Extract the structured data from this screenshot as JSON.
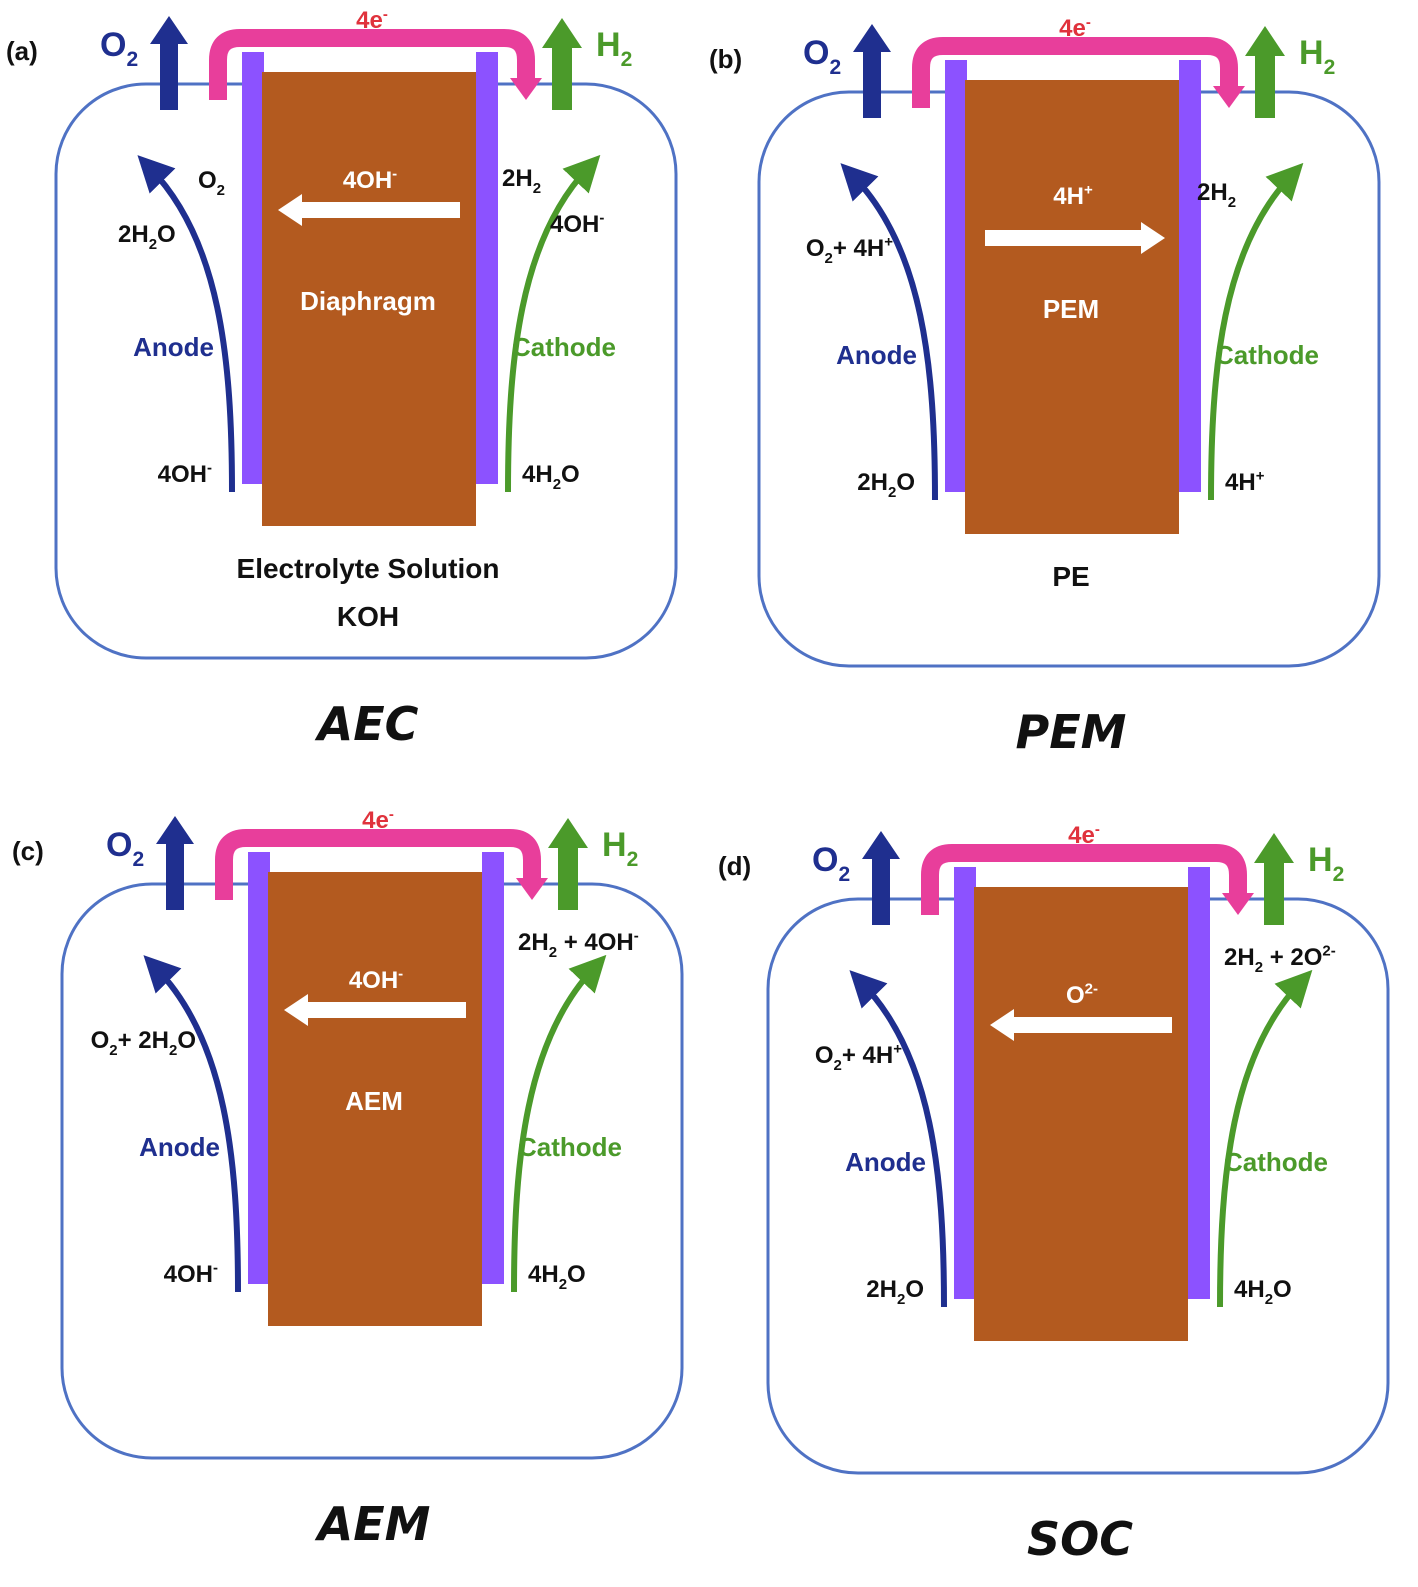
{
  "colors": {
    "cell_border": "#4F72C4",
    "membrane": "#B35A1F",
    "electrode": "#8C52FF",
    "circuit": "#E83E9B",
    "anode_blue": "#1F2F8F",
    "cathode_green": "#4B9A2A",
    "electron_red": "#E0323C",
    "text": "#111111",
    "arrow_white": "#FFFFFF"
  },
  "panels": [
    {
      "letter": "(a)",
      "caption": "AEC",
      "electrons": "4e",
      "electrons_sup": "-",
      "o2": {
        "base": "O",
        "sub": "2"
      },
      "h2": {
        "base": "H",
        "sub": "2"
      },
      "ion": {
        "base": "4OH",
        "sup": "-"
      },
      "ion_direction": "left",
      "membrane_label": "Diaphragm",
      "anode_label": "Anode",
      "cathode_label": "Cathode",
      "anode_top": [
        {
          "base": "O",
          "sub": "2"
        },
        {
          "base": "2H",
          "sub": "2",
          "after": "O"
        }
      ],
      "anode_bottom": {
        "base": "4OH",
        "sup": "-"
      },
      "cathode_top": [
        {
          "base": "2H",
          "sub": "2"
        },
        {
          "base": "4OH",
          "sup": "-"
        }
      ],
      "cathode_bottom": {
        "base": "4H",
        "sub": "2",
        "after": "O"
      },
      "electrolyte_line1": "Electrolyte Solution",
      "electrolyte_line2": "KOH"
    },
    {
      "letter": "(b)",
      "caption": "PEM",
      "electrons": "4e",
      "electrons_sup": "-",
      "o2": {
        "base": "O",
        "sub": "2"
      },
      "h2": {
        "base": "H",
        "sub": "2"
      },
      "ion": {
        "base": "4H",
        "sup": "+"
      },
      "ion_direction": "right",
      "membrane_label": "PEM",
      "anode_label": "Anode",
      "cathode_label": "Cathode",
      "anode_top": [
        {
          "base": "O",
          "sub": "2",
          "after": "+ 4H",
          "sup": "+"
        }
      ],
      "anode_bottom": {
        "base": "2H",
        "sub": "2",
        "after": "O"
      },
      "cathode_top": [
        {
          "base": "2H",
          "sub": "2"
        }
      ],
      "cathode_bottom": {
        "base": "4H",
        "sup": "+"
      },
      "electrolyte_line1": "PE",
      "electrolyte_line2": ""
    },
    {
      "letter": "(c)",
      "caption": "AEM",
      "electrons": "4e",
      "electrons_sup": "-",
      "o2": {
        "base": "O",
        "sub": "2"
      },
      "h2": {
        "base": "H",
        "sub": "2"
      },
      "ion": {
        "base": "4OH",
        "sup": "-"
      },
      "ion_direction": "left",
      "membrane_label": "AEM",
      "anode_label": "Anode",
      "cathode_label": "Cathode",
      "anode_top": [
        {
          "base": "O",
          "sub": "2",
          "after": "+ 2H",
          "sub2": "2",
          "after2": "O"
        }
      ],
      "anode_bottom": {
        "base": "4OH",
        "sup": "-"
      },
      "cathode_top": [
        {
          "base": "2H",
          "sub": "2",
          "after": " + 4OH",
          "sup": "-"
        }
      ],
      "cathode_bottom": {
        "base": "4H",
        "sub": "2",
        "after": "O"
      },
      "electrolyte_line1": "",
      "electrolyte_line2": ""
    },
    {
      "letter": "(d)",
      "caption": "SOC",
      "electrons": "4e",
      "electrons_sup": "-",
      "o2": {
        "base": "O",
        "sub": "2"
      },
      "h2": {
        "base": "H",
        "sub": "2"
      },
      "ion": {
        "base": "O",
        "sup": "2-"
      },
      "ion_direction": "left",
      "membrane_label": "",
      "anode_label": "Anode",
      "cathode_label": "Cathode",
      "anode_top": [
        {
          "base": "O",
          "sub": "2",
          "after": "+ 4H",
          "sup": "+"
        }
      ],
      "anode_bottom": {
        "base": "2H",
        "sub": "2",
        "after": "O"
      },
      "cathode_top": [
        {
          "base": "2H",
          "sub": "2",
          "after": " + 2O",
          "sup": "2-"
        }
      ],
      "cathode_bottom": {
        "base": "4H",
        "sub": "2",
        "after": "O"
      },
      "electrolyte_line1": "",
      "electrolyte_line2": ""
    }
  ]
}
